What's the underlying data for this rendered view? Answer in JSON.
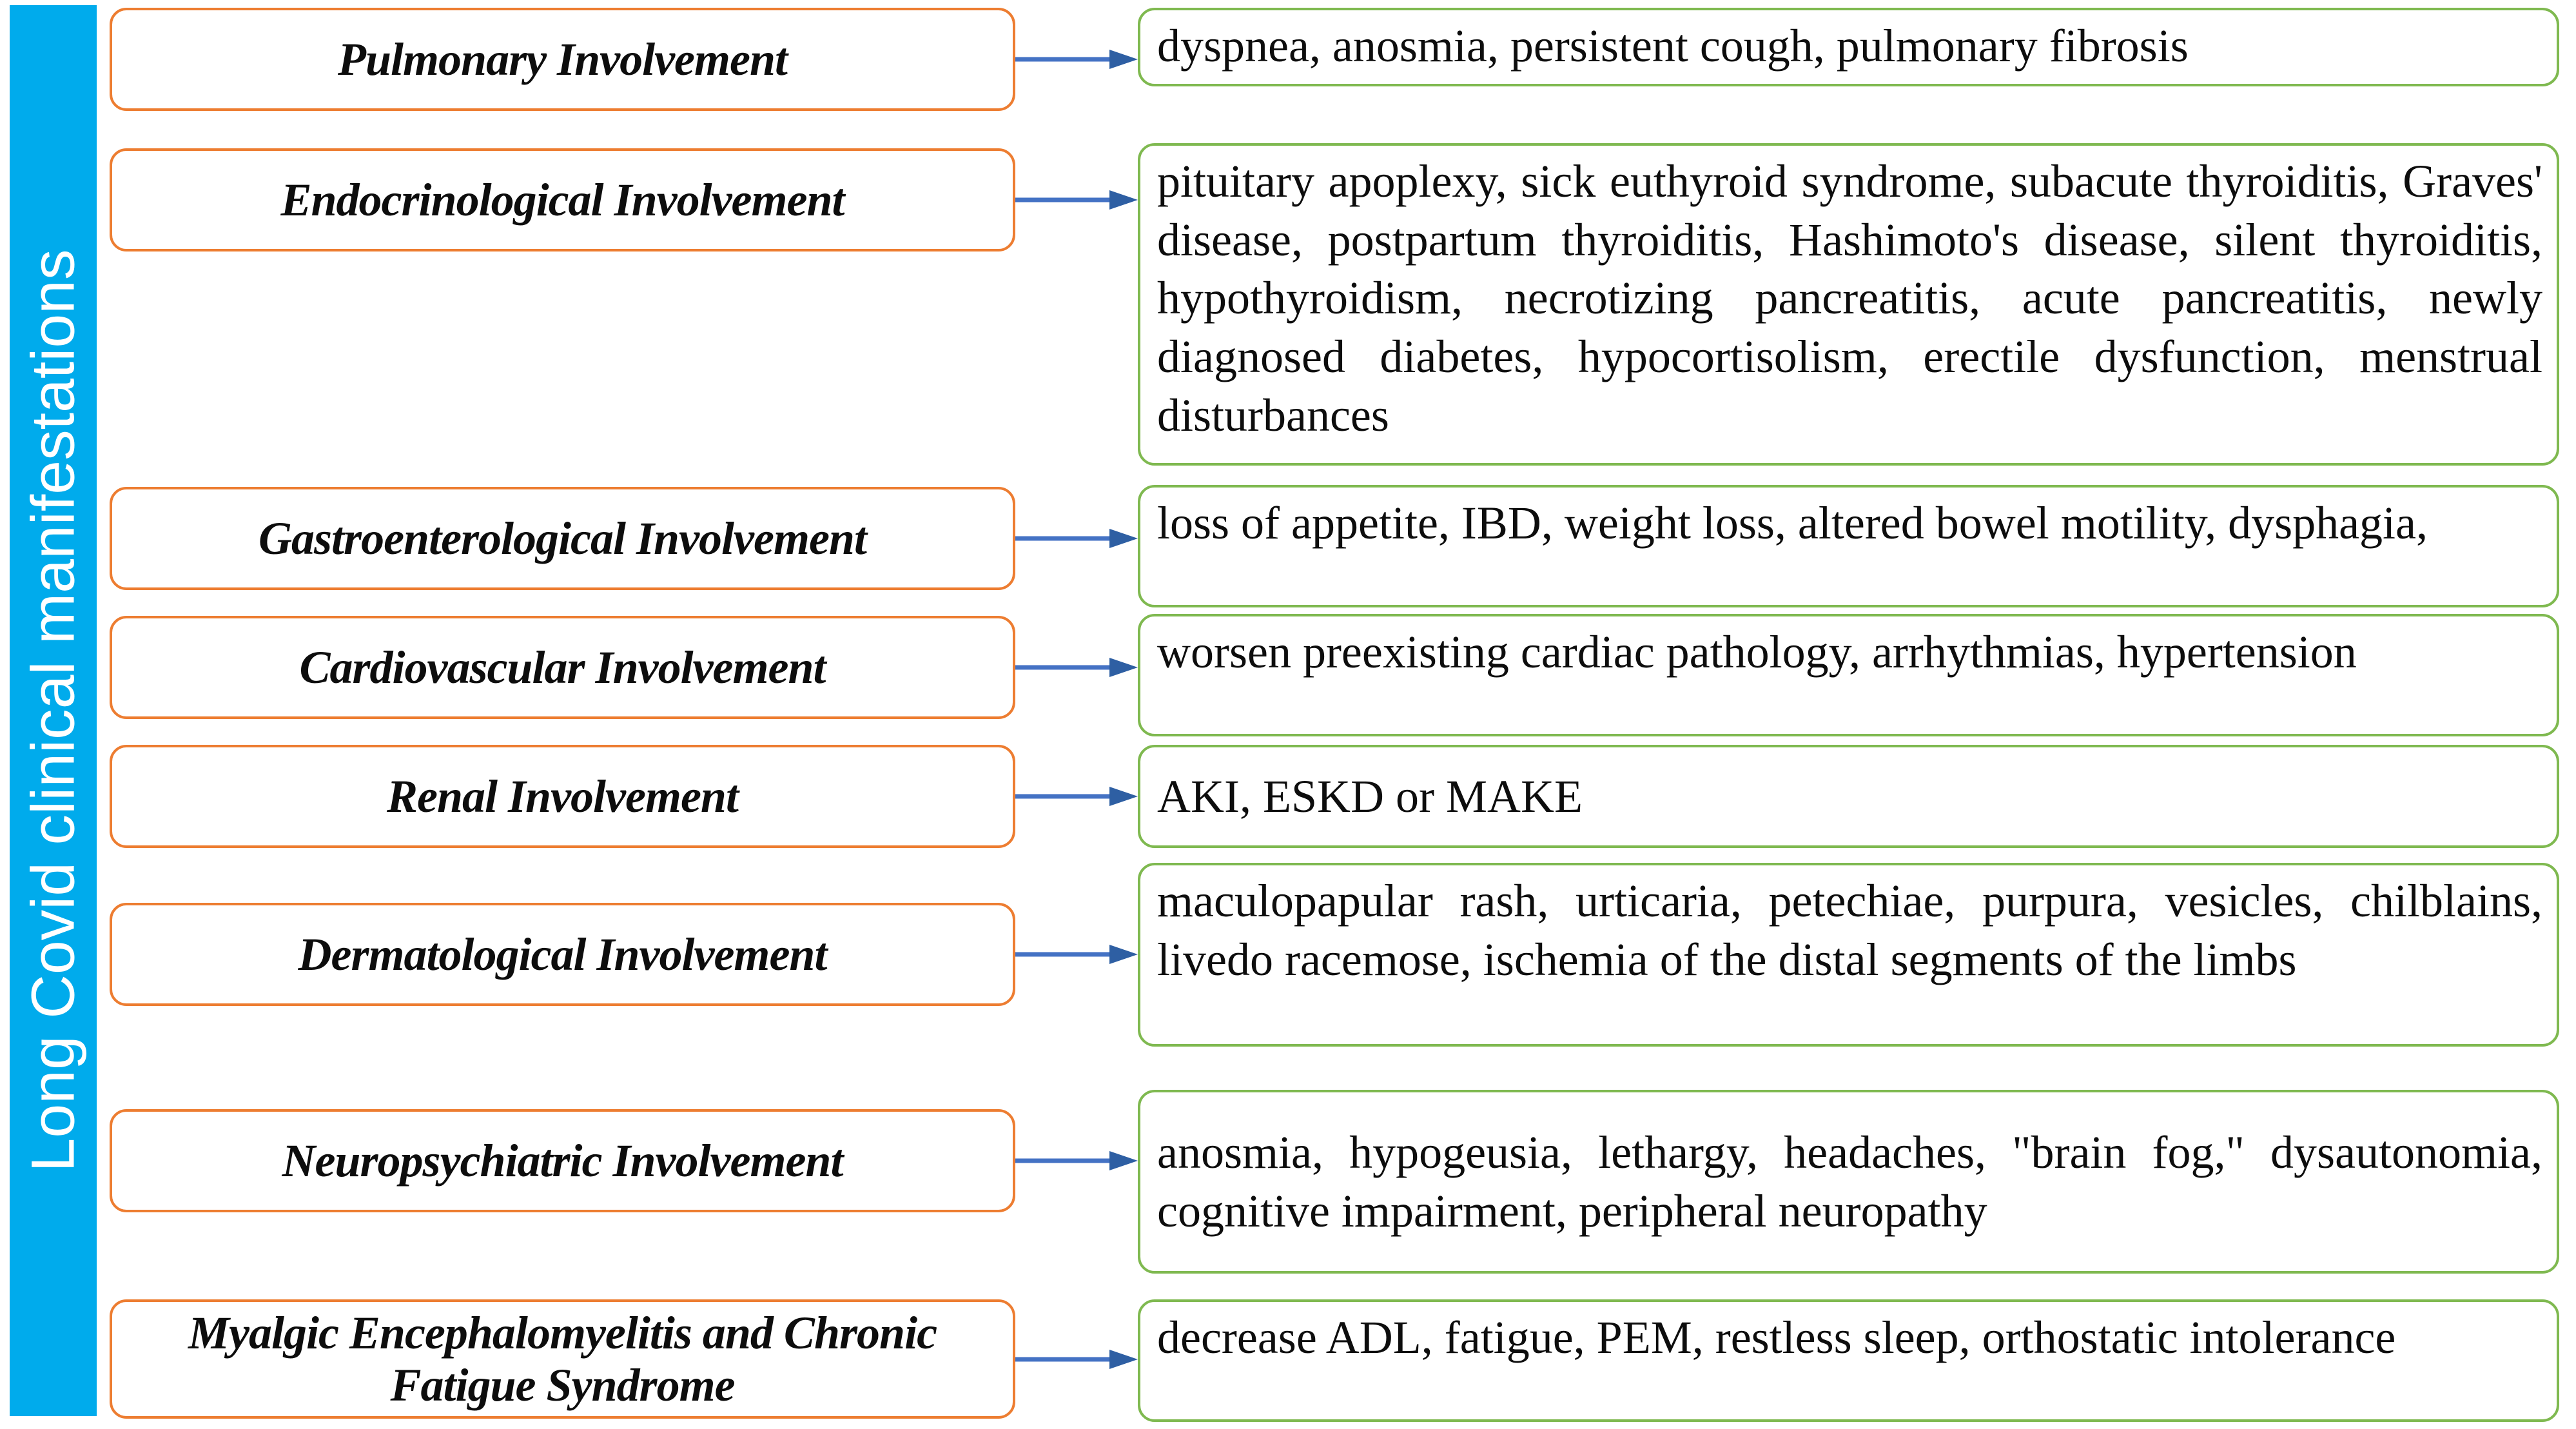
{
  "banner": {
    "title": "Long Covid clinical manifestations",
    "color": "#00ABEC"
  },
  "colors": {
    "category_border": "#ED7D31",
    "symptom_border": "#7FB950",
    "arrow": "#4472C4",
    "banner_bg": "#00ABEC",
    "text": "#0D0D0D"
  },
  "rows": [
    {
      "id": "pulmonary",
      "category": "Pulmonary Involvement",
      "symptoms": "dyspnea, anosmia, persistent cough, pulmonary fibrosis"
    },
    {
      "id": "endocrinological",
      "category": "Endocrinological Involvement",
      "symptoms": "pituitary apoplexy, sick euthyroid syndrome, subacute thyroiditis, Graves' disease, postpartum thyroiditis, Hashimoto's disease, silent thyroiditis, hypothyroidism, necrotizing pancreatitis, acute pancreatitis, newly diagnosed diabetes, hypocortisolism, erectile dysfunction, menstrual disturbances"
    },
    {
      "id": "gastroenterological",
      "category": "Gastroenterological Involvement",
      "symptoms": "loss of appetite, IBD, weight loss, altered bowel motility, dysphagia,"
    },
    {
      "id": "cardiovascular",
      "category": "Cardiovascular Involvement",
      "symptoms": "worsen preexisting cardiac pathology, arrhythmias, hypertension"
    },
    {
      "id": "renal",
      "category": "Renal Involvement",
      "symptoms": "AKI, ESKD or MAKE"
    },
    {
      "id": "dermatological",
      "category": "Dermatological Involvement",
      "symptoms": "maculopapular rash, urticaria, petechiae, purpura, vesicles, chilblains, livedo racemose, ischemia of the distal segments of the limbs"
    },
    {
      "id": "neuropsychiatric",
      "category": "Neuropsychiatric Involvement",
      "symptoms": "anosmia, hypogeusia, lethargy, headaches, \"brain fog,\" dysautonomia, cognitive impairment, peripheral neuropathy"
    },
    {
      "id": "me-cfs",
      "category": "Myalgic Encephalomyelitis and Chronic Fatigue Syndrome",
      "symptoms": "decrease ADL, fatigue, PEM, restless sleep, orthostatic intolerance"
    }
  ]
}
